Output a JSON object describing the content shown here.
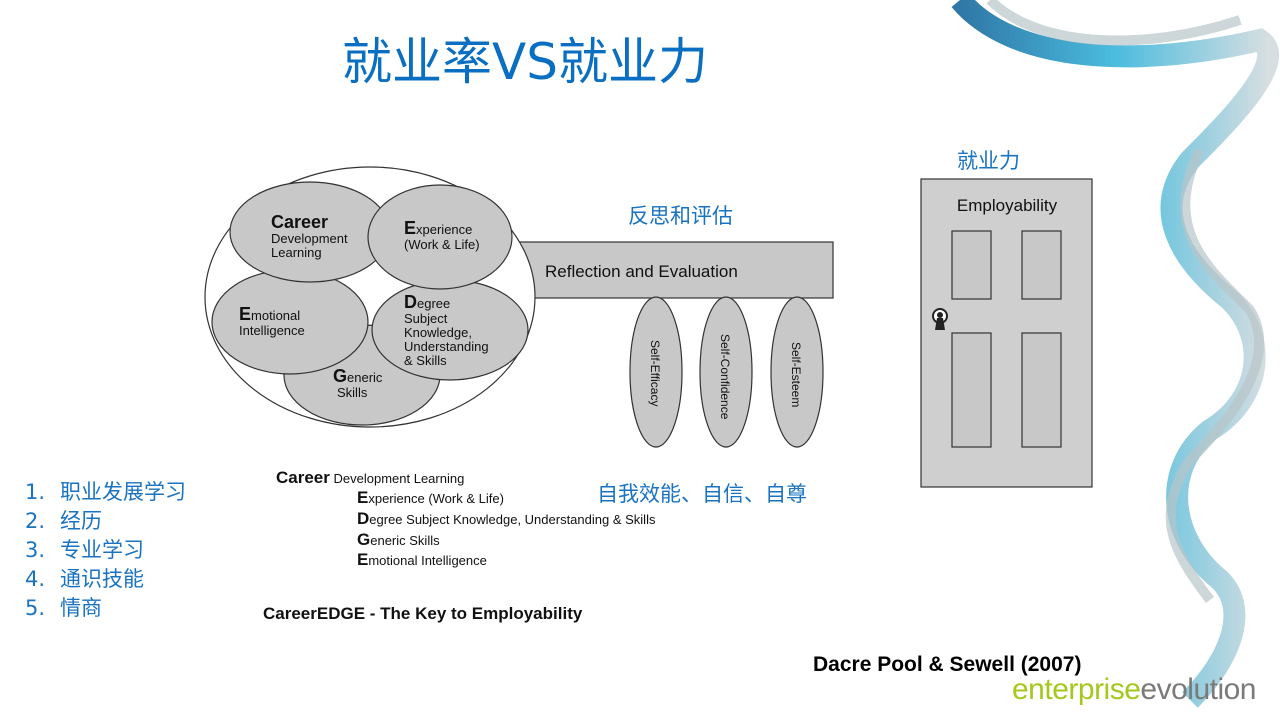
{
  "title": "就业率VS就业力",
  "diagram": {
    "career": {
      "head": "Career",
      "l1": "Development",
      "l2": "Learning"
    },
    "experience": {
      "cap": "E",
      "rest": "xperience",
      "l2": "(Work & Life)"
    },
    "emotional": {
      "cap": "E",
      "rest": "motional",
      "l2": "Intelligence"
    },
    "degree": {
      "cap": "D",
      "rest": "egree",
      "l2": "Subject",
      "l3": "Knowledge,",
      "l4": "Understanding",
      "l5": "& Skills"
    },
    "generic": {
      "cap": "G",
      "rest": "eneric",
      "l2": "Skills"
    },
    "reflection": "Reflection and Evaluation",
    "self": [
      "Self-Efficacy",
      "Self-Confidence",
      "Self-Esteem"
    ],
    "door_label": "Employability"
  },
  "labels": {
    "reflection_cn": "反思和评估",
    "self_cn": "自我效能、自信、自尊",
    "employability_cn": "就业力"
  },
  "list": [
    {
      "n": "1.",
      "t": "职业发展学习"
    },
    {
      "n": "2.",
      "t": "经历"
    },
    {
      "n": "3.",
      "t": "专业学习"
    },
    {
      "n": "4.",
      "t": "通识技能"
    },
    {
      "n": "5.",
      "t": "情商"
    }
  ],
  "legend": {
    "l1b": "Career",
    "l1": "Development Learning",
    "l2b": "E",
    "l2": "xperience (Work & Life)",
    "l3b": "D",
    "l3": "egree Subject Knowledge, Understanding & Skills",
    "l4b": "G",
    "l4": "eneric Skills",
    "l5b": "E",
    "l5": "motional Intelligence",
    "caption": "CareerEDGE - The Key to Employability"
  },
  "citation": "Dacre Pool & Sewell (2007)",
  "logo": {
    "a": "enterprise",
    "b": "evolution"
  },
  "colors": {
    "blue": "#0a6fc2",
    "fill": "#c8c8c8",
    "logo_green": "#a4c81e",
    "logo_gray": "#7a7a7a"
  }
}
